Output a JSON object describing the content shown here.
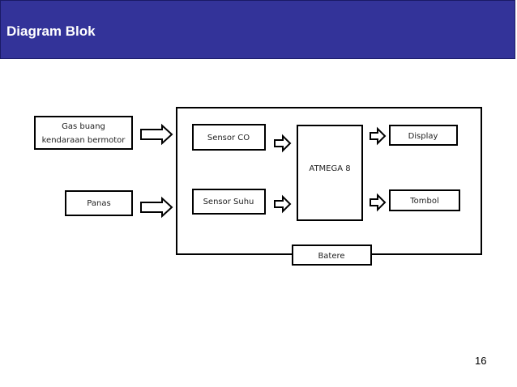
{
  "slide": {
    "title": "Diagram Blok",
    "page_number": "16"
  },
  "diagram": {
    "inputs": {
      "gas_line1": "Gas buang",
      "gas_line2": "kendaraan bermotor",
      "panas": "Panas"
    },
    "sensors": {
      "co": "Sensor CO",
      "suhu": "Sensor Suhu"
    },
    "mcu": "ATMEGA 8",
    "outputs": {
      "display": "Display",
      "tombol": "Tombol"
    },
    "power": "Batere"
  },
  "colors": {
    "header_bg": "#333399",
    "header_text": "#ffffff"
  }
}
